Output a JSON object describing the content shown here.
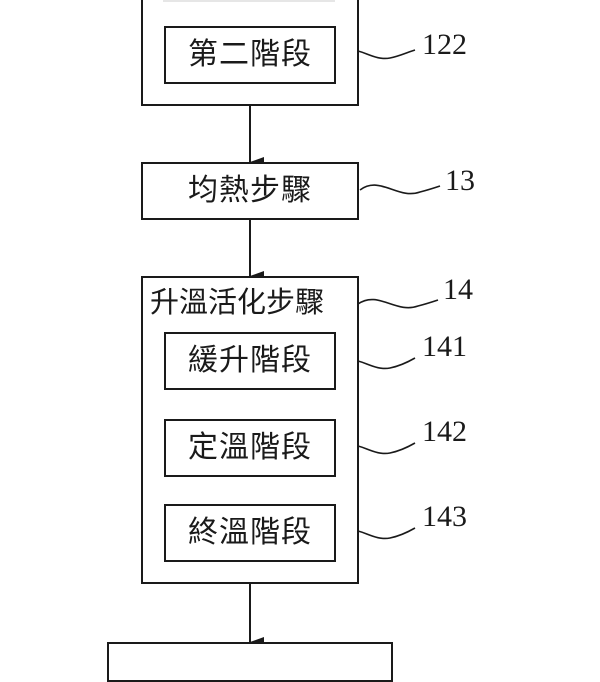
{
  "diagram": {
    "type": "flowchart",
    "steps": [
      {
        "id": "step-12",
        "ref": "",
        "label": "",
        "substeps": [
          {
            "label": "第二階段",
            "ref": "122"
          }
        ]
      },
      {
        "id": "step-13",
        "label": "均熱步驟",
        "ref": "13"
      },
      {
        "id": "step-14",
        "label": "升溫活化步驟",
        "ref": "14",
        "substeps": [
          {
            "label": "緩升階段",
            "ref": "141"
          },
          {
            "label": "定溫階段",
            "ref": "142"
          },
          {
            "label": "終溫階段",
            "ref": "143"
          }
        ]
      },
      {
        "id": "step-next",
        "label": "",
        "ref": ""
      }
    ],
    "edges": [
      {
        "from": "step-12",
        "to": "step-13"
      },
      {
        "from": "step-13",
        "to": "step-14"
      },
      {
        "from": "step-14",
        "to": "step-next"
      }
    ]
  }
}
